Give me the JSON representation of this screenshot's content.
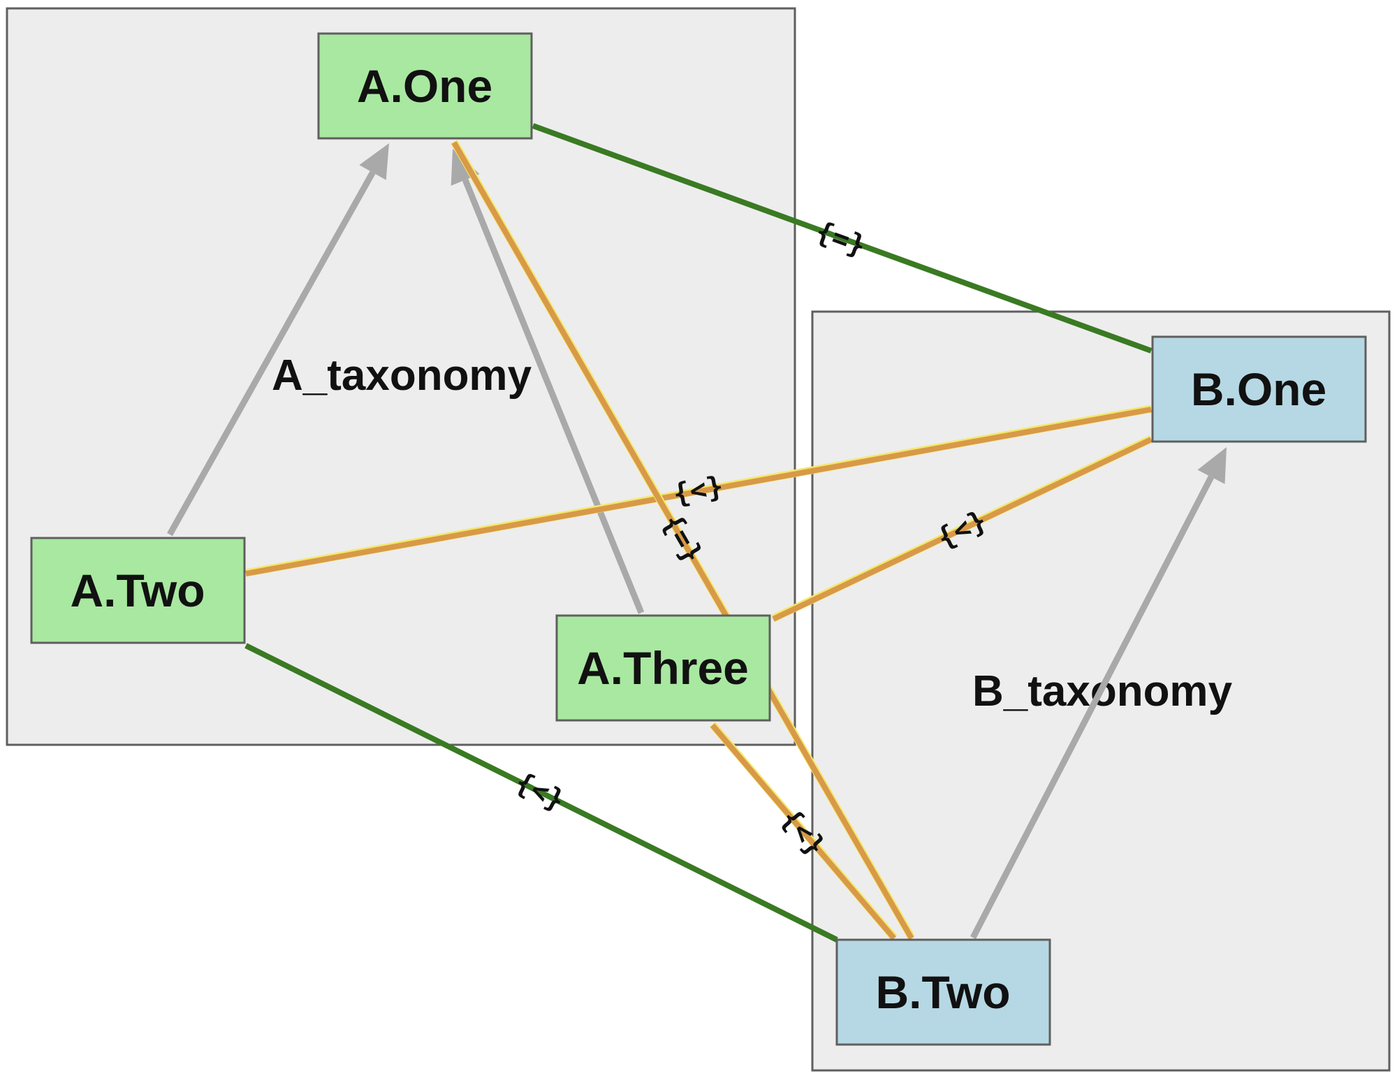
{
  "colors": {
    "cluster_fill": "#eeeded",
    "cluster_border": "#5f5f5f",
    "taxonomy_a_node": "#a8e8a0",
    "taxonomy_b_node": "#b6d8e4",
    "isa_edge": "#a9a9a9",
    "equal_edge": "#3a7a22",
    "articulation_edge": "#d89a48",
    "articulation_halo": "#f3e86a"
  },
  "clusters": [
    {
      "id": "A",
      "label": "A_taxonomy"
    },
    {
      "id": "B",
      "label": "B_taxonomy"
    }
  ],
  "nodes": [
    {
      "id": "A.One",
      "label": "A.One",
      "taxonomy": "A"
    },
    {
      "id": "A.Two",
      "label": "A.Two",
      "taxonomy": "A"
    },
    {
      "id": "A.Three",
      "label": "A.Three",
      "taxonomy": "A"
    },
    {
      "id": "B.One",
      "label": "B.One",
      "taxonomy": "B"
    },
    {
      "id": "B.Two",
      "label": "B.Two",
      "taxonomy": "B"
    }
  ],
  "edges": [
    {
      "from": "A.Two",
      "to": "A.One",
      "kind": "isa",
      "label": ""
    },
    {
      "from": "A.Three",
      "to": "A.One",
      "kind": "isa",
      "label": ""
    },
    {
      "from": "B.Two",
      "to": "B.One",
      "kind": "isa",
      "label": ""
    },
    {
      "from": "A.One",
      "to": "B.One",
      "kind": "equal",
      "label": "{=}"
    },
    {
      "from": "A.Two",
      "to": "B.Two",
      "kind": "equal",
      "label": "{<}"
    },
    {
      "from": "A.Two",
      "to": "B.One",
      "kind": "articulation",
      "label": "{<}"
    },
    {
      "from": "A.Three",
      "to": "B.One",
      "kind": "articulation",
      "label": "{<}"
    },
    {
      "from": "A.One",
      "to": "B.Two",
      "kind": "articulation",
      "label": "{=}"
    },
    {
      "from": "A.Three",
      "to": "B.Two",
      "kind": "articulation",
      "label": "{<}"
    }
  ]
}
